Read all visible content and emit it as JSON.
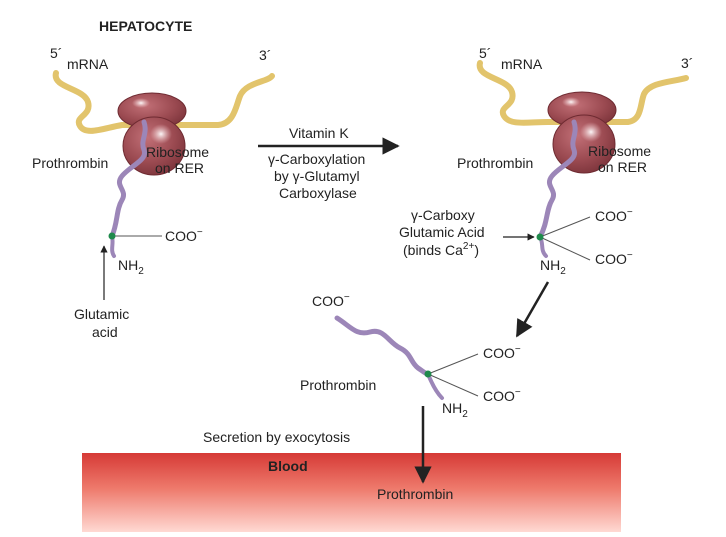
{
  "header": {
    "title": "HEPATOCYTE"
  },
  "left": {
    "five_prime": "5´",
    "three_prime": "3´",
    "mrna": "mRNA",
    "prothrombin": "Prothrombin",
    "ribosome_line1": "Ribosome",
    "ribosome_line2": "on RER",
    "coo": "COO",
    "charge": "−",
    "nh2_base": "NH",
    "nh2_sub": "2",
    "glutamic_line1": "Glutamic",
    "glutamic_line2": "acid"
  },
  "reaction": {
    "cofactor": "Vitamin K",
    "line1": "γ-Carboxylation",
    "line2": "by γ-Glutamyl",
    "line3": "Carboxylase"
  },
  "right": {
    "five_prime": "5´",
    "three_prime": "3´",
    "mrna": "mRNA",
    "prothrombin": "Prothrombin",
    "ribosome_line1": "Ribosome",
    "ribosome_line2": "on RER",
    "coo_top": "COO",
    "coo_bottom": "COO",
    "charge": "−",
    "gla_line1": "γ-Carboxy",
    "gla_line2": "Glutamic Acid",
    "gla_line3_base": "(binds Ca",
    "gla_line3_sup": "2+",
    "gla_line3_end": ")",
    "nh2_base": "NH",
    "nh2_sub": "2"
  },
  "secreted": {
    "coo_n": "COO",
    "coo_top": "COO",
    "coo_bottom": "COO",
    "charge": "−",
    "prothrombin": "Prothrombin",
    "nh2_base": "NH",
    "nh2_sub": "2"
  },
  "secretion": {
    "label": "Secretion by exocytosis",
    "blood": "Blood",
    "prothrombin": "Prothrombin"
  },
  "colors": {
    "mrna": "#e2c46c",
    "ribosome": "#9c4b52",
    "ribosome_dark": "#7c343b",
    "ribosome_highlight": "#f6dfe0",
    "protein": "#9c86b8",
    "node": "#1f8a4c",
    "blood_top": "#d63a36",
    "blood_bottom": "#ffd9d3"
  },
  "icons": [
    "ribosome-icon",
    "mrna-strand-icon",
    "protein-chain-icon"
  ]
}
